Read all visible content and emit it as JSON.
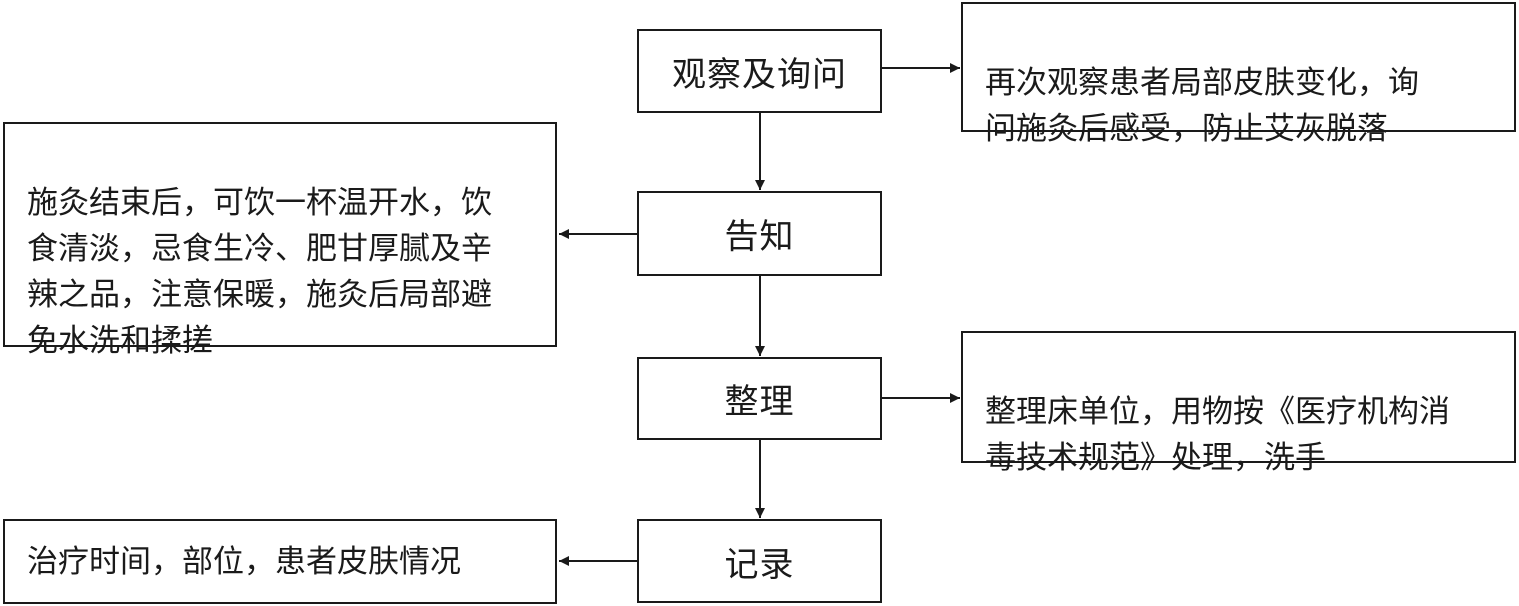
{
  "steps": [
    {
      "label": "观察及询问"
    },
    {
      "label": "告知"
    },
    {
      "label": "整理"
    },
    {
      "label": "记录"
    }
  ],
  "notes": [
    {
      "text": "再次观察患者局部皮肤变化，询\n问施灸后感受，防止艾灰脱落"
    },
    {
      "text": "施灸结束后，可饮一杯温开水，饮\n食清淡，忌食生冷、肥甘厚腻及辛\n辣之品，注意保暖，施灸后局部避\n免水洗和揉搓"
    },
    {
      "text": "整理床单位，用物按《医疗机构消\n毒技术规范》处理，洗手"
    },
    {
      "text": "治疗时间，部位，患者皮肤情况"
    }
  ]
}
